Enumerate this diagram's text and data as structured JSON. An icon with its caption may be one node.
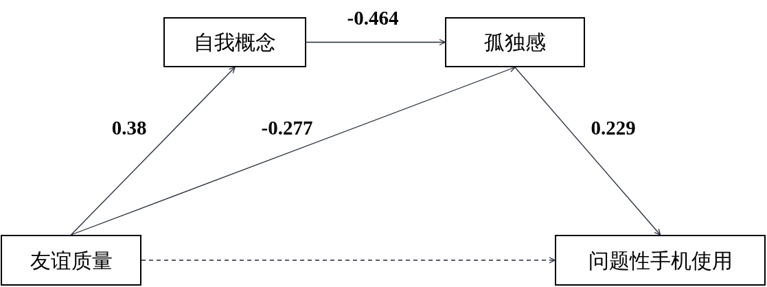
{
  "diagram": {
    "nodes": [
      {
        "text": [
          "自我概念"
        ]
      },
      {
        "text": [
          "孤独感"
        ]
      },
      {
        "text": [
          "友谊质量"
        ]
      },
      {
        "text": [
          "问题性手机使用"
        ]
      }
    ],
    "edges": [
      {
        "from": 0,
        "to": 1,
        "arrow": "to",
        "label": "-0.464"
      },
      {
        "from": 2,
        "to": 0,
        "arrow": "to",
        "label": "0.38"
      },
      {
        "from": 2,
        "to": 1,
        "arrow": "to",
        "label": "-0.277"
      },
      {
        "from": 1,
        "to": 3,
        "arrow": "to",
        "label": "0.229"
      },
      {
        "from": 2,
        "to": 3,
        "arrow": "to",
        "style": "dashed"
      }
    ]
  }
}
